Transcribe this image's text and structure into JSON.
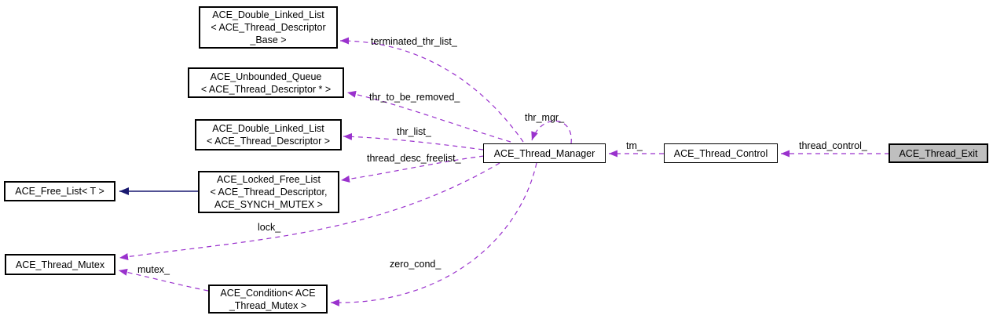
{
  "nodes": {
    "dll_base": {
      "label": "ACE_Double_Linked_List\n< ACE_Thread_Descriptor\n_Base >"
    },
    "unbounded_queue": {
      "label": "ACE_Unbounded_Queue\n< ACE_Thread_Descriptor * >"
    },
    "dll_descriptor": {
      "label": "ACE_Double_Linked_List\n< ACE_Thread_Descriptor >"
    },
    "locked_free_list": {
      "label": "ACE_Locked_Free_List\n< ACE_Thread_Descriptor,\nACE_SYNCH_MUTEX >"
    },
    "free_list": {
      "label": "ACE_Free_List< T >"
    },
    "thread_mutex": {
      "label": "ACE_Thread_Mutex"
    },
    "condition": {
      "label": "ACE_Condition< ACE\n_Thread_Mutex >"
    },
    "thread_manager": {
      "label": "ACE_Thread_Manager"
    },
    "thread_control": {
      "label": "ACE_Thread_Control"
    },
    "thread_exit": {
      "label": "ACE_Thread_Exit"
    }
  },
  "edge_labels": {
    "terminated_thr_list": "terminated_thr_list_",
    "thr_to_be_removed": "thr_to_be_removed_",
    "thr_list": "thr_list_",
    "thread_desc_freelist": "thread_desc_freelist_",
    "thr_mgr": "thr_mgr_",
    "tm": "tm_",
    "thread_control": "thread_control_",
    "lock": "lock_",
    "mutex": "mutex_",
    "zero_cond": "zero_cond_"
  },
  "colors": {
    "usage_edge": "#9a32cd",
    "inheritance_edge": "#191970",
    "node_border": "#000000",
    "node_fill": "#ffffff",
    "target_node_fill": "#bfbfbf",
    "background": "#ffffff",
    "text": "#000000"
  }
}
